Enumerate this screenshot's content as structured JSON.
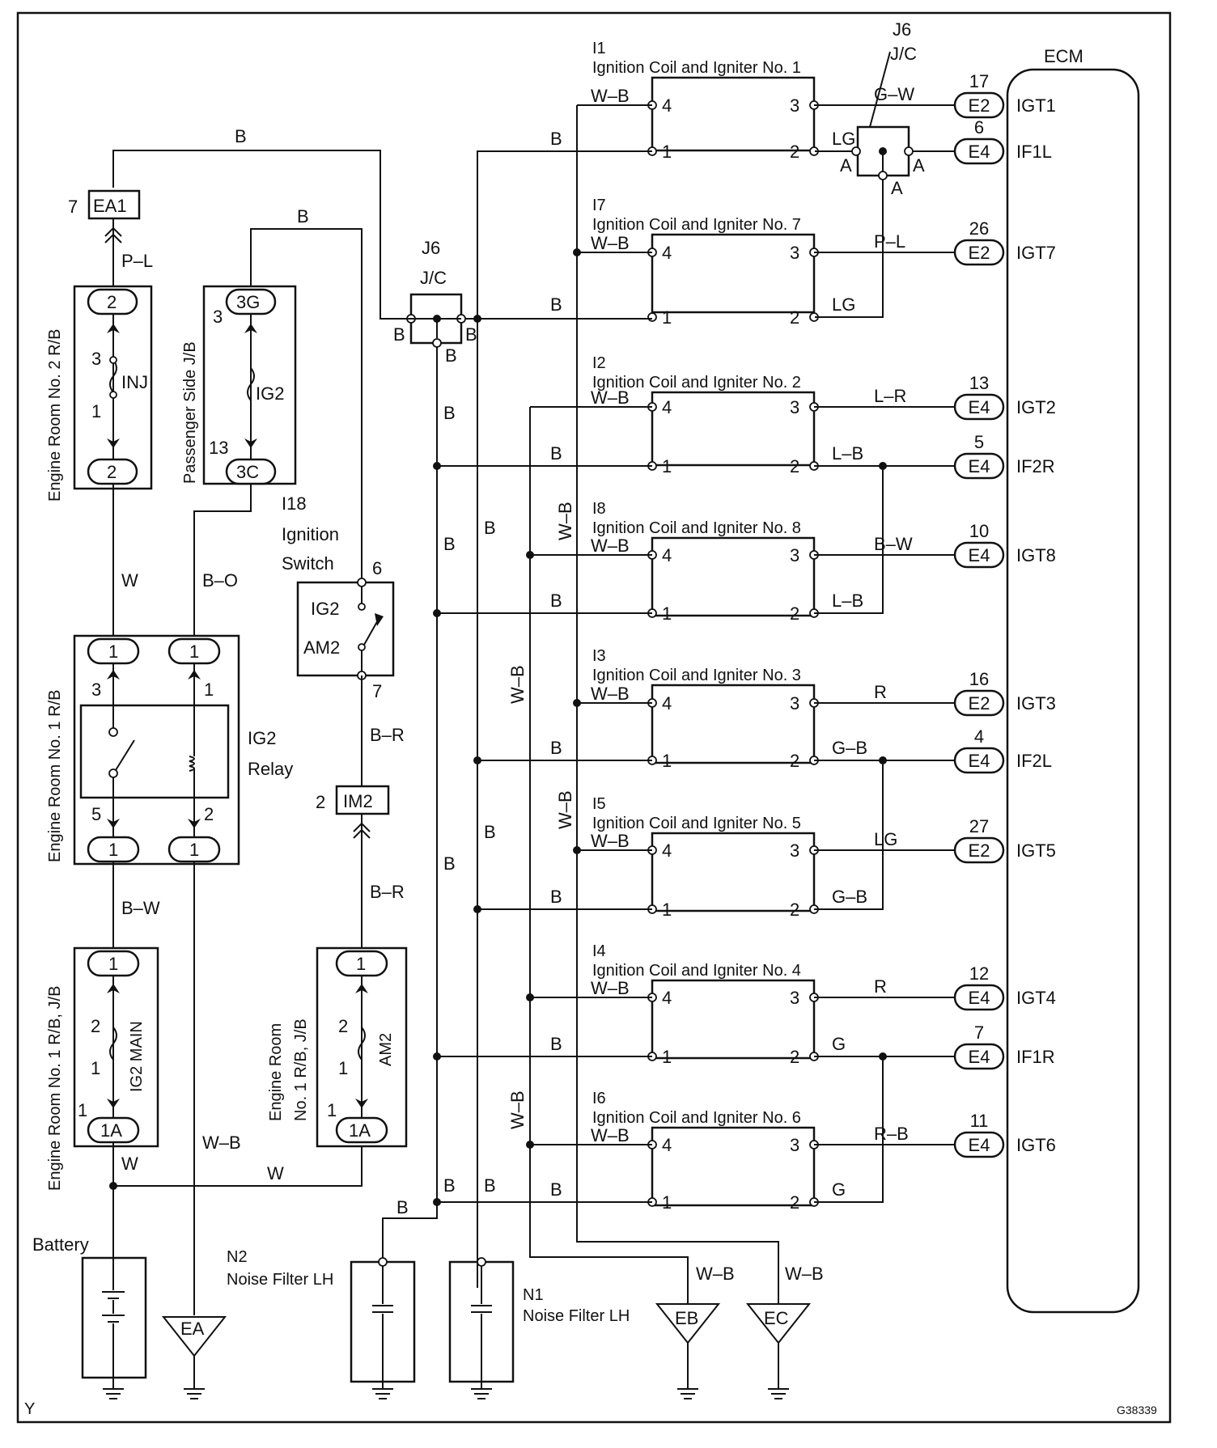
{
  "ecm": {
    "title": "ECM",
    "pins": [
      {
        "num": "17",
        "conn": "E2",
        "sig": "IGT1",
        "wire": "G–W"
      },
      {
        "num": "6",
        "conn": "E4",
        "sig": "IF1L",
        "wire": "LG"
      },
      {
        "num": "26",
        "conn": "E2",
        "sig": "IGT7",
        "wire": "P–L"
      },
      {
        "num": "13",
        "conn": "E4",
        "sig": "IGT2",
        "wire": "L–R"
      },
      {
        "num": "5",
        "conn": "E4",
        "sig": "IF2R",
        "wire": "L–B"
      },
      {
        "num": "10",
        "conn": "E4",
        "sig": "IGT8",
        "wire": "B–W"
      },
      {
        "num": "16",
        "conn": "E2",
        "sig": "IGT3",
        "wire": "R"
      },
      {
        "num": "4",
        "conn": "E4",
        "sig": "IF2L",
        "wire": "G–B"
      },
      {
        "num": "27",
        "conn": "E2",
        "sig": "IGT5",
        "wire": "LG"
      },
      {
        "num": "12",
        "conn": "E4",
        "sig": "IGT4",
        "wire": "R"
      },
      {
        "num": "7",
        "conn": "E4",
        "sig": "IF1R",
        "wire": "G"
      },
      {
        "num": "11",
        "conn": "E4",
        "sig": "IGT6",
        "wire": "R–B"
      }
    ]
  },
  "coils": [
    {
      "code": "I1",
      "name": "Ignition Coil and Igniter No. 1",
      "w4": "W–B",
      "w1": "B",
      "w3": "G–W",
      "w2": "LG"
    },
    {
      "code": "I7",
      "name": "Ignition Coil and Igniter No. 7",
      "w4": "W–B",
      "w1": "B",
      "w3": "P–L",
      "w2": "LG"
    },
    {
      "code": "I2",
      "name": "Ignition Coil and Igniter No. 2",
      "w4": "W–B",
      "w1": "B",
      "w3": "L–R",
      "w2": "L–B"
    },
    {
      "code": "I8",
      "name": "Ignition Coil and Igniter No. 8",
      "w4": "W–B",
      "w1": "B",
      "w3": "B–W",
      "w2": "L–B"
    },
    {
      "code": "I3",
      "name": "Ignition Coil and Igniter No. 3",
      "w4": "W–B",
      "w1": "B",
      "w3": "R",
      "w2": "G–B"
    },
    {
      "code": "I5",
      "name": "Ignition Coil and Igniter No. 5",
      "w4": "W–B",
      "w1": "B",
      "w3": "LG",
      "w2": "G–B"
    },
    {
      "code": "I4",
      "name": "Ignition Coil and Igniter No. 4",
      "w4": "W–B",
      "w1": "B",
      "w3": "R",
      "w2": "G"
    },
    {
      "code": "I6",
      "name": "Ignition Coil and Igniter No. 6",
      "w4": "W–B",
      "w1": "B",
      "w3": "R–B",
      "w2": "G"
    }
  ],
  "coil_pins": {
    "p4": "4",
    "p1": "1",
    "p3": "3",
    "p2": "2"
  },
  "jc": {
    "name": "J6",
    "type": "J/C",
    "term_a": "A",
    "term_b": "B"
  },
  "left": {
    "er2_title": "Engine Room No. 2 R/B",
    "inj": "INJ",
    "er2_c1": "2",
    "er2_c2": "2",
    "er2_p3": "3",
    "er2_p1": "1",
    "ea1": "EA1",
    "ea1_pin": "7",
    "pl": "P–L",
    "b_top": "B",
    "b_mid": "B",
    "psjb_title": "Passenger Side J/B",
    "ig2_fuse": "IG2",
    "c3g": "3G",
    "c3c": "3C",
    "p3": "3",
    "p13": "13",
    "w1": "W",
    "bo": "B–O",
    "er1_title": "Engine Room No. 1 R/B",
    "relay_l1": "IG2",
    "relay_l2": "Relay",
    "rc1": "1",
    "rc2": "1",
    "rc3": "1",
    "rc4": "1",
    "rp3": "3",
    "rp1": "1",
    "rp5": "5",
    "rp2": "2",
    "bw": "B–W",
    "main_title": "Engine Room No. 1 R/B, J/B",
    "main_fuse": "IG2 MAIN",
    "mc1": "1",
    "mc2": "1A",
    "mp2": "2",
    "mp1a": "1",
    "mp1b": "1",
    "w2": "W",
    "wb": "W–B",
    "w3": "W",
    "battery": "Battery",
    "ea": "EA",
    "i18": "I18",
    "ign1": "Ignition",
    "ign2": "Switch",
    "ig2_pos": "IG2",
    "am2_pos": "AM2",
    "sp6": "6",
    "sp7": "7",
    "br1": "B–R",
    "im2": "IM2",
    "im2_pin": "2",
    "br2": "B–R",
    "am2_title1": "Engine Room",
    "am2_title2": "No. 1 R/B, J/B",
    "am2_fuse": "AM2",
    "ac1": "1",
    "ac2": "1A",
    "ap2": "2",
    "ap1a": "1",
    "ap1b": "1"
  },
  "bottom": {
    "n2_code": "N2",
    "n2_name": "Noise Filter LH",
    "n1_code": "N1",
    "n1_name": "Noise Filter LH",
    "eb": "EB",
    "ec": "EC",
    "wb1": "W–B",
    "wb2": "W–B",
    "b": "B"
  },
  "bus": {
    "b": "B",
    "wb": "W–B"
  },
  "footer": {
    "left": "Y",
    "right": "G38339"
  }
}
